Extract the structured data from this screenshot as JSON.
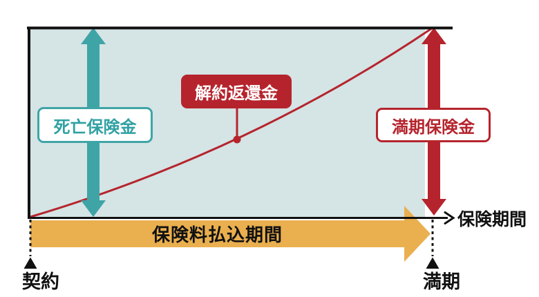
{
  "diagram": {
    "labels": {
      "death_benefit": "死亡保険金",
      "surrender_refund": "解約返還金",
      "maturity_benefit": "満期保険金",
      "premium_payment_period": "保険料払込期間",
      "insurance_period": "保険期間",
      "contract": "契約",
      "maturity": "満期"
    },
    "colors": {
      "red": "#b5242d",
      "teal": "#3fa4a6",
      "chart_bg": "#d5e4e5",
      "orange": "#eaaf4e",
      "ink": "#111111",
      "white": "#ffffff"
    }
  }
}
